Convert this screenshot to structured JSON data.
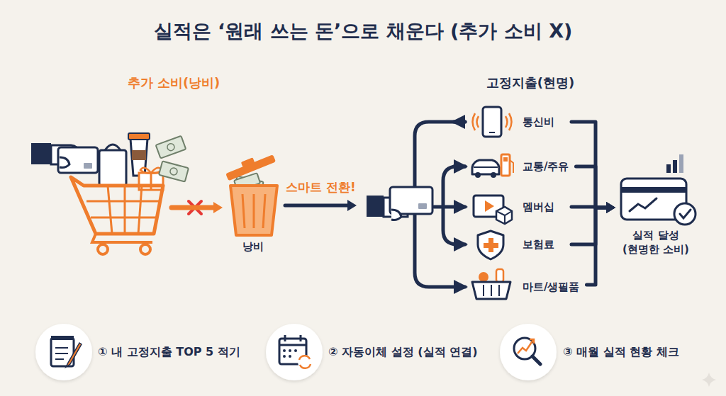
{
  "diagram": {
    "title": "실적은 ‘원래 쓰는 돈’으로 채운다 (추가 소비 X)",
    "nodes": [
      {
        "text": [
          "추가 소비(낭비)"
        ]
      },
      {
        "text": [
          "낭비"
        ]
      },
      {
        "text": [
          "고정지출(현명)"
        ]
      },
      {
        "text": [
          "통신비"
        ],
        "in": 2
      },
      {
        "text": [
          "교통/주유"
        ],
        "in": 2
      },
      {
        "text": [
          "멤버십"
        ],
        "in": 2
      },
      {
        "text": [
          "보험료"
        ],
        "in": 2
      },
      {
        "text": [
          "마트/생필품"
        ],
        "in": 2
      },
      {
        "text": [
          "실적 달성 (현명한 소비)"
        ]
      },
      {
        "text": [
          "① 내 고정지출 TOP 5 적기"
        ]
      },
      {
        "text": [
          "② 자동이체 설정 (실적 연결)"
        ]
      },
      {
        "text": [
          "③ 매월 실적 현황 체크"
        ]
      }
    ],
    "edges": [
      {
        "from": 0,
        "to": 1,
        "arrow": "to"
      },
      {
        "from": 1,
        "to": 2,
        "label": "스마트 전환!",
        "arrow": "to"
      },
      {
        "from": 3,
        "to": 8,
        "arrow": "to"
      },
      {
        "from": 4,
        "to": 8,
        "arrow": "to"
      },
      {
        "from": 5,
        "to": 8,
        "arrow": "to"
      },
      {
        "from": 6,
        "to": 8,
        "arrow": "to"
      },
      {
        "from": 7,
        "to": 8,
        "arrow": "to"
      }
    ]
  }
}
